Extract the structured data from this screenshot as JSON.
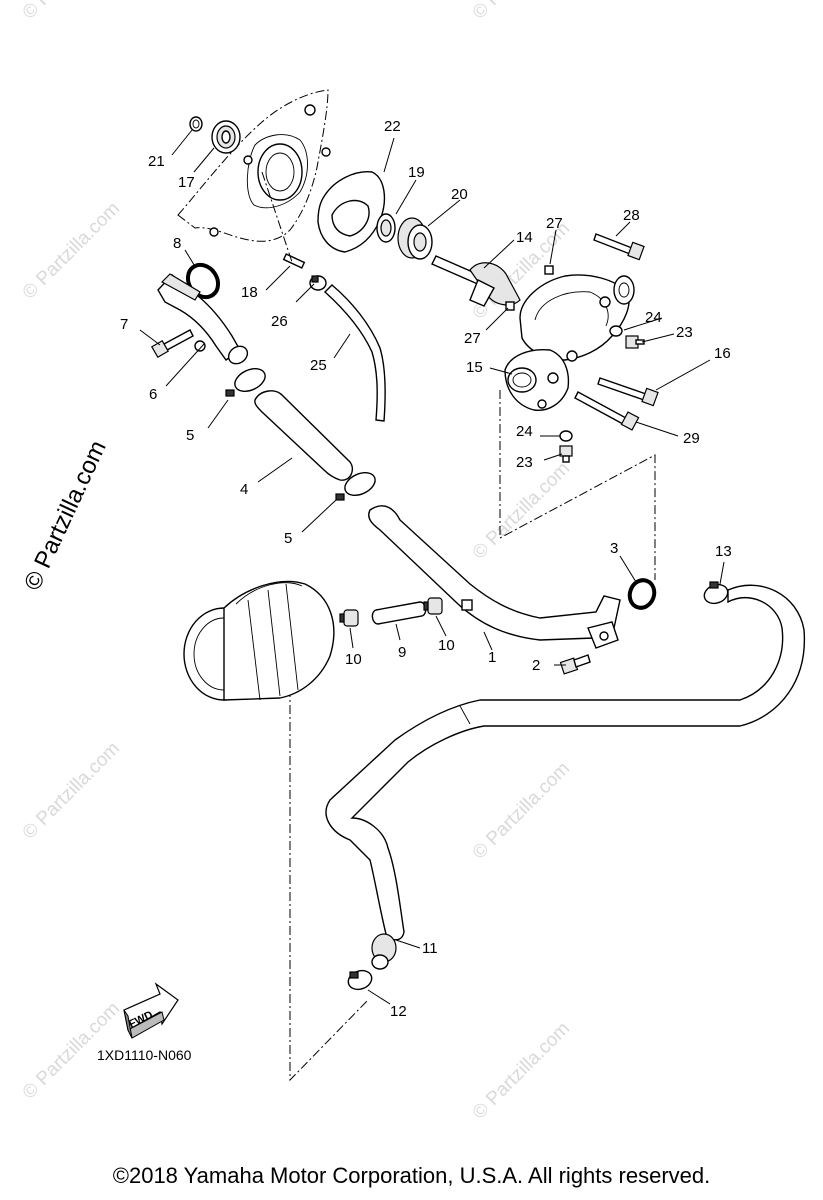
{
  "watermark_text": "© Partzilla.com",
  "side_watermark": "© Partzilla.com",
  "drawing_code": "1XD1110-N060",
  "fwd_label": "FWD",
  "copyright": "©2018  Yamaha Motor Corporation, U.S.A. All rights reserved.",
  "callouts": [
    "1",
    "2",
    "3",
    "4",
    "5",
    "5",
    "6",
    "7",
    "8",
    "9",
    "10",
    "10",
    "11",
    "12",
    "13",
    "14",
    "15",
    "16",
    "17",
    "18",
    "19",
    "20",
    "21",
    "22",
    "23",
    "23",
    "24",
    "24",
    "25",
    "26",
    "27",
    "27",
    "28",
    "29"
  ]
}
